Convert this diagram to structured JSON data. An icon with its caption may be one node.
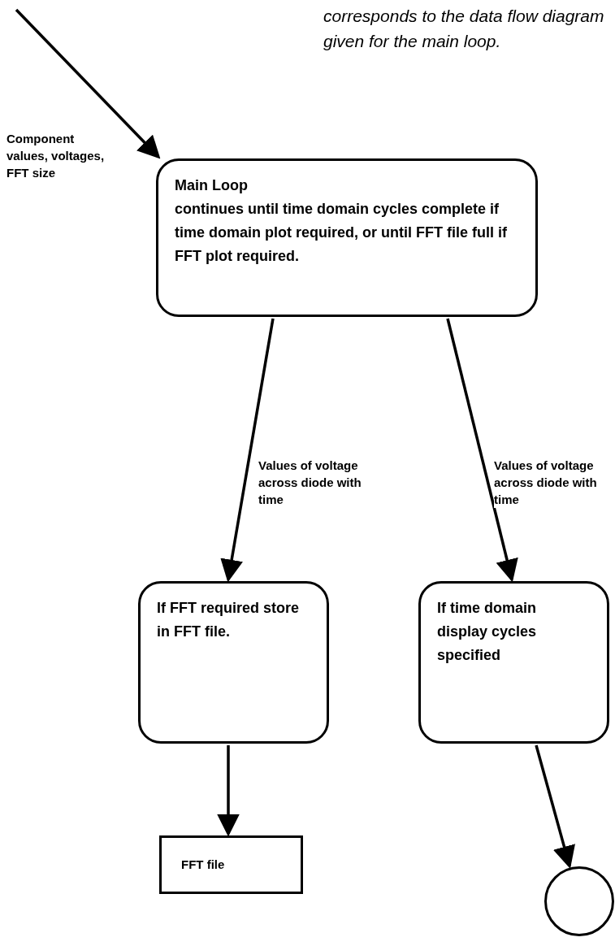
{
  "diagram": {
    "nodes": [
      {
        "text": [
          "Main Loop",
          "continues until time domain cycles complete if time domain plot required, or until FFT file full if FFT plot required."
        ]
      },
      {
        "text": [
          "If FFT required store in FFT file."
        ]
      },
      {
        "text": [
          "If time domain display cycles specified"
        ]
      },
      {
        "text": [
          "FFT file"
        ]
      },
      {
        "text": [],
        "shape": "circle"
      }
    ],
    "edges": [
      {
        "from": null,
        "to": 0,
        "arrow": "to",
        "label": "Component values, voltages, FFT size"
      },
      {
        "from": 0,
        "to": 1,
        "arrow": "to",
        "label": "Values of voltage across diode with time"
      },
      {
        "from": 0,
        "to": 2,
        "arrow": "to",
        "label": "Values of voltage across diode with time"
      },
      {
        "from": 1,
        "to": 3,
        "arrow": "to"
      },
      {
        "from": 2,
        "to": 4,
        "arrow": "to"
      }
    ],
    "labels": [
      "corresponds to the data flow diagram given for the main loop."
    ]
  }
}
